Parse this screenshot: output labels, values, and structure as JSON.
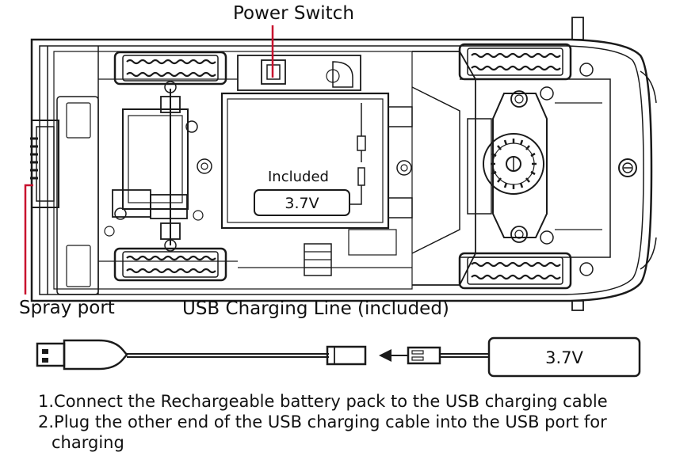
{
  "labels": {
    "power_switch": "Power Switch",
    "spray_port": "Spray port",
    "usb_line": "USB Charging Line (included)"
  },
  "car": {
    "battery_included": "Included",
    "battery_voltage": "3.7V"
  },
  "cable": {
    "battery_voltage": "3.7V"
  },
  "instructions": {
    "step1": "1.Connect the Rechargeable battery pack to the USB charging cable",
    "step2_line1": "2.Plug the other end of the USB charging cable into the USB port for",
    "step2_line2": "charging"
  },
  "colors": {
    "line": "#1a1a1a",
    "callout": "#c8102e",
    "background": "#ffffff"
  }
}
